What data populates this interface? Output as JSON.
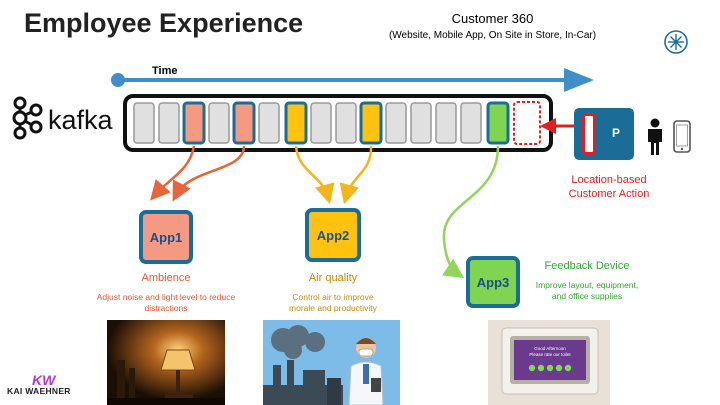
{
  "title": "Employee Experience",
  "customer360": {
    "title": "Customer 360",
    "subtitle": "(Website, Mobile App, On Site in Store, In-Car)"
  },
  "time_label": "Time",
  "kafka_label": "kafka",
  "location": {
    "label_line1": "Location-based",
    "label_line2": "Customer Action",
    "device_letter": "P"
  },
  "apps": [
    {
      "name": "App1",
      "caption": "Ambience",
      "desc_line1": "Adjust noise and light level to reduce",
      "desc_line2": "distractions",
      "color": "#f49a82",
      "text_color": "#e4572e"
    },
    {
      "name": "App2",
      "caption": "Air quality",
      "desc_line1": "Control air to improve",
      "desc_line2": "morale and productivity",
      "color": "#ffc20e",
      "text_color": "#c88a00"
    },
    {
      "name": "App3",
      "caption": "Feedback Device",
      "desc_line1": "Improve layout, equipment,",
      "desc_line2": "and office supplies",
      "color": "#7fd54f",
      "text_color": "#2eaa2e"
    }
  ],
  "kiosk_screen": {
    "line1": "Good Afternoon",
    "line2": "Please rate our toilet"
  },
  "brand": {
    "name": "KAI WAEHNER",
    "logo": "KW"
  },
  "colors": {
    "border_blue": "#1b6d97",
    "arrow_blue": "#3d8ec9",
    "red": "#e02020",
    "orange_arrow": "#e8643a",
    "yellow_arrow": "#f3b51a",
    "green_arrow": "#8fd65a"
  },
  "icons": [
    "kafka-logo-icon",
    "compass-icon",
    "person-icon",
    "smartphone-icon"
  ]
}
